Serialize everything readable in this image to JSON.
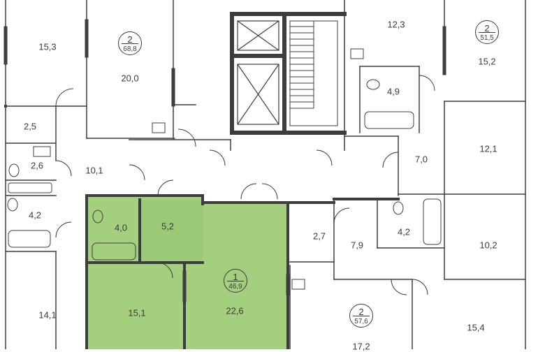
{
  "plan": {
    "highlight_color": "#a4cf7e",
    "wall_color": "#3d3d3d",
    "apartments": [
      {
        "rooms": "2",
        "area": "68,8"
      },
      {
        "rooms": "2",
        "area": "51,5"
      },
      {
        "rooms": "1",
        "area": "46,9"
      },
      {
        "rooms": "2",
        "area": "57,6"
      }
    ],
    "room_areas": [
      "15,3",
      "20,0",
      "12,3",
      "15,2",
      "4,9",
      "2,5",
      "2,6",
      "10,1",
      "12,1",
      "7,0",
      "4,2",
      "4,0",
      "5,2",
      "2,7",
      "7,9",
      "4,2",
      "10,2",
      "14,1",
      "15,1",
      "22,6",
      "15,4",
      "17,2"
    ]
  }
}
